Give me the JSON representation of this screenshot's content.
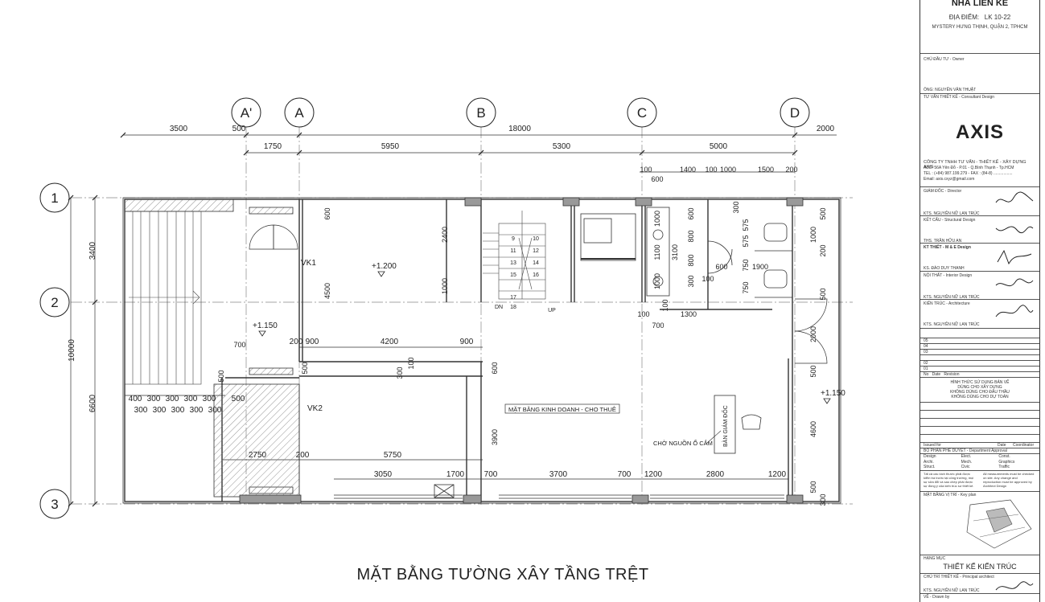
{
  "page_title": "MẶT BẰNG TƯỜNG XÂY TẦNG TRỆT",
  "grid": {
    "columns": [
      "A'",
      "A",
      "B",
      "C",
      "D"
    ],
    "rows": [
      "1",
      "2",
      "3"
    ]
  },
  "dimensions": {
    "top_overall": [
      "3500",
      "500",
      "18000",
      "2000"
    ],
    "top_segments": [
      "1750",
      "5950",
      "5300",
      "5000"
    ],
    "wc_top": [
      "100",
      "600",
      "1400",
      "100",
      "1000",
      "1500",
      "200"
    ],
    "left_overall": [
      "10000"
    ],
    "left_segments": [
      "3400",
      "6600"
    ],
    "stair_treads_top": [
      "400",
      "300",
      "300",
      "300",
      "300",
      "500",
      "500"
    ],
    "stair_treads_bottom": [
      "300",
      "300",
      "300",
      "300",
      "300"
    ],
    "mid_row": [
      "200",
      "900",
      "4200",
      "900"
    ],
    "lower_row": [
      "2750",
      "200",
      "5750"
    ],
    "bottom_row": [
      "3050",
      "1700",
      "700",
      "3700",
      "700",
      "1200",
      "2800",
      "1200"
    ],
    "misc": [
      "600",
      "4500",
      "2400",
      "1000",
      "700",
      "500",
      "500",
      "3900",
      "600",
      "300",
      "100",
      "1000",
      "1100",
      "1000",
      "3100",
      "600",
      "800",
      "800",
      "300",
      "300",
      "100",
      "575",
      "575",
      "750",
      "750",
      "600",
      "1900",
      "100",
      "1300",
      "100",
      "700",
      "500",
      "200",
      "1000",
      "500",
      "2000",
      "500",
      "4600",
      "500",
      "300"
    ]
  },
  "labels": {
    "vk1": "VK1",
    "vk2": "VK2",
    "level_main": "+1.200",
    "level_left": "+1.150",
    "level_right": "+1.150",
    "zone": "MẶT BẰNG KINH DOANH - CHO THUÊ",
    "director_desk": "BÀN GIÁM ĐỐC",
    "outlet_note": "CHỜ NGUỒN Ổ CẮM",
    "stair_dn": "DN",
    "stair_up": "UP",
    "stair_numbers": [
      "9",
      "10",
      "11",
      "12",
      "13",
      "14",
      "15",
      "16",
      "17",
      "18"
    ]
  },
  "title_block": {
    "project": "NHÀ LIÊN KẾ",
    "location_label": "ĐỊA ĐIỂM:",
    "location_value": "LK 10-22",
    "address": "MYSTERY HƯNG THỊNH, QUẬN 2, TPHCM",
    "owner_label": "CHỦ ĐẦU TƯ - Owner",
    "owner_name": "ÔNG: NGUYỄN VĂN THUẬT",
    "consultant_label": "TƯ VẤN THIẾT KẾ - Consultant Design",
    "logo": "AXIS",
    "company": "CÔNG TY TNHH TƯ VẤN - THIẾT KẾ - XÂY DỰNG AXIS",
    "company_addr": "ADD: 56A Yên Đỗ - P.01 - Q.Bình Thạnh - Tp.HCM",
    "company_tel": "TEL : (+84) 987.199.279 - FAX : (84-8) .................",
    "company_email": "Email: axis.cxyz@gmail.com",
    "roles": [
      {
        "title": "GIÁM ĐỐC - Director",
        "person": "KTS. NGUYỄN NỮ LAN TRÚC"
      },
      {
        "title": "KẾT CẤU - Structural Design",
        "person": "THS. TRẦN HỮU AN"
      },
      {
        "title": "KT THIẾT - M & E Design",
        "person": "KS. ĐÀO DUY THANH"
      },
      {
        "title": "NỘI THẤT - Interior Design",
        "person": "KTS. NGUYỄN NỮ LAN TRÚC"
      },
      {
        "title": "KIẾN TRÚC - Architecture",
        "person": "KTS. NGUYỄN NỮ LAN TRÚC"
      }
    ],
    "revisions": [
      "05",
      "04",
      "03",
      "02",
      "01",
      "No",
      "Date",
      "Revision"
    ],
    "usage_lines": [
      "HÌNH THỨC SỬ DỤNG BẢN VẼ",
      "DÙNG CHO XÂY DỰNG",
      "KHÔNG DÙNG CHO ĐẤU THẦU",
      "KHÔNG DÙNG CHO DỰ TOÁN"
    ],
    "issued_for": "Issued for",
    "date_label": "Date",
    "coordinator": "Coordinator",
    "dept": "BỘ PHẬN PHÊ DUYỆT - Department Approval",
    "dept_cells": [
      "Design",
      "Elect.",
      "Const.",
      "Archi.",
      "Mech.",
      "Graphics",
      "Struct.",
      "Civic",
      "Traffic"
    ],
    "note_vi": "Tất cả các kích thước phải được kiểm tra trước tại công trường, mọi sự sửa đổi và sao chép phải được sự đồng ý của kiến trúc sư thiết kế.",
    "note_en": "All measurements must be checked on site. Any change and reproduction must be approved by Architect Design",
    "keyplan_label": "MẶT BẰNG VỊ TRÍ - Key plan",
    "drawing_label": "HẠNG MỤC",
    "drawing_name": "THIẾT KẾ KIẾN TRÚC",
    "principal_label": "CHỦ TRÌ THIẾT KẾ - Principal architect",
    "principal_person": "KTS. NGUYỄN NỮ LAN TRÚC",
    "drawn_label": "VẼ - Drawn by"
  }
}
